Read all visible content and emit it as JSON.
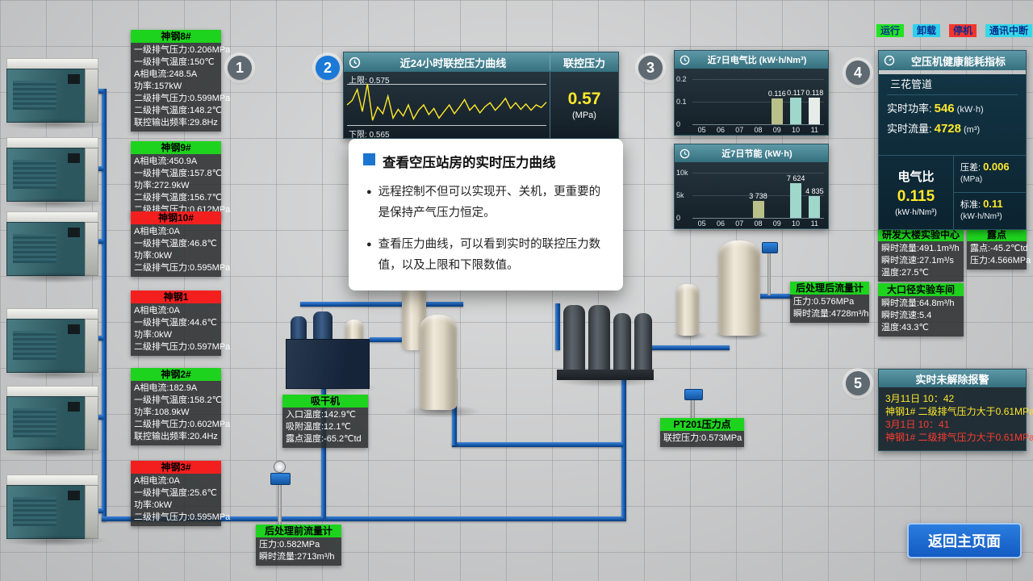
{
  "status_legend": [
    {
      "label": "运行",
      "color": "#21e421"
    },
    {
      "label": "卸载",
      "color": "#2fd0ee"
    },
    {
      "label": "停机",
      "color": "#f5352b"
    },
    {
      "label": "通讯中断",
      "color": "#35d8e8"
    }
  ],
  "steps": [
    "1",
    "2",
    "3",
    "4",
    "5"
  ],
  "machines": [
    {
      "name": "神钢8#",
      "status": "running",
      "rows": [
        "一级排气压力:0.206MPa",
        "一级排气温度:150℃",
        "A相电流:248.5A",
        "功率:157kW",
        "二级排气压力:0.599MPa",
        "二级排气温度:148.2℃",
        "联控输出频率:29.8Hz"
      ]
    },
    {
      "name": "神钢9#",
      "status": "running",
      "rows": [
        "A相电流:450.9A",
        "一级排气温度:157.8℃",
        "功率:272.9kW",
        "二级排气温度:156.7℃",
        "二级排气压力:0.612MPa"
      ]
    },
    {
      "name": "神钢10#",
      "status": "stopped",
      "rows": [
        "A相电流:0A",
        "一级排气温度:46.8℃",
        "功率:0kW",
        "二级排气压力:0.595MPa"
      ]
    },
    {
      "name": "神钢1",
      "status": "stopped",
      "rows": [
        "A相电流:0A",
        "一级排气温度:44.6℃",
        "功率:0kW",
        "二级排气压力:0.597MPa"
      ]
    },
    {
      "name": "神钢2#",
      "status": "running",
      "rows": [
        "A相电流:182.9A",
        "一级排气温度:158.2℃",
        "功率:108.9kW",
        "二级排气压力:0.602MPa",
        "联控输出频率:20.4Hz"
      ]
    },
    {
      "name": "神钢3#",
      "status": "stopped",
      "rows": [
        "A相电流:0A",
        "一级排气温度:25.6℃",
        "功率:0kW",
        "二级排气压力:0.595MPa"
      ]
    }
  ],
  "pressure_chart": {
    "title": "近24小时联控压力曲线",
    "right_label": "联控压力",
    "upper_label": "上限: 0.575",
    "lower_label": "下限: 0.565",
    "value": "0.57",
    "unit": "(MPa)",
    "chart_data": {
      "type": "line",
      "title": "近24小时联控压力曲线",
      "upper_limit": 0.575,
      "lower_limit": 0.565,
      "current_value": 0.57,
      "unit": "MPa",
      "y_range": [
        0.5625,
        0.5775
      ],
      "points": [
        0.57,
        0.571,
        0.5735,
        0.5685,
        0.5748,
        0.5665,
        0.5695,
        0.568,
        0.572,
        0.567,
        0.569,
        0.5675,
        0.57,
        0.5668,
        0.5688,
        0.57,
        0.5678,
        0.5692,
        0.567,
        0.5685,
        0.57,
        0.568,
        0.5695,
        0.5712,
        0.5688,
        0.57,
        0.5682,
        0.5696,
        0.5705,
        0.5688,
        0.57,
        0.5715,
        0.5692,
        0.5705,
        0.569,
        0.5702,
        0.5688,
        0.57,
        0.5694,
        0.5706
      ],
      "line_color": "#ffe92a"
    }
  },
  "tooltip": {
    "title": "查看空压站房的实时压力曲线",
    "bullets": [
      "远程控制不但可以实现开、关机，更重要的是保持产气压力恒定。",
      "查看压力曲线，可以看到实时的联控压力数值，以及上限和下限数值。"
    ]
  },
  "ratio_chart": {
    "title": "近7日电气比 (kW·h/Nm³)",
    "chart_data": {
      "type": "bar",
      "categories": [
        "05",
        "06",
        "07",
        "08",
        "09",
        "10",
        "11"
      ],
      "values": [
        null,
        null,
        null,
        null,
        0.116,
        0.117,
        0.118
      ],
      "labels": [
        null,
        null,
        null,
        null,
        "0.116",
        "0.117",
        "0.118"
      ],
      "colors": [
        null,
        null,
        null,
        null,
        "#b9c08a",
        "#9fd8cb",
        "#e6ece7"
      ],
      "ylim": [
        0,
        0.2
      ],
      "yticks": [
        {
          "v": 0.2,
          "label": "0.2"
        },
        {
          "v": 0.1,
          "label": "0.1"
        },
        {
          "v": 0,
          "label": "0"
        }
      ]
    }
  },
  "saving_chart": {
    "title": "近7日节能 (kW·h)",
    "chart_data": {
      "type": "bar",
      "categories": [
        "05",
        "06",
        "07",
        "08",
        "09",
        "10",
        "11"
      ],
      "values": [
        null,
        null,
        null,
        3738,
        null,
        7624,
        4835
      ],
      "labels": [
        null,
        null,
        null,
        "3 738",
        null,
        "7 624",
        "4 835"
      ],
      "colors": [
        null,
        null,
        null,
        "#b9c08a",
        null,
        "#9fd8cb",
        "#9fd8cb"
      ],
      "ylim": [
        0,
        10000
      ],
      "yticks": [
        {
          "v": 10000,
          "label": "10k"
        },
        {
          "v": 5000,
          "label": "5k"
        },
        {
          "v": 0,
          "label": "0"
        }
      ]
    }
  },
  "health_panel": {
    "title": "空压机健康能耗指标",
    "pipeline": "三花管道",
    "power_label": "实时功率:",
    "power_value": "546",
    "power_unit": "(kW·h)",
    "flow_label": "实时流量:",
    "flow_value": "4728",
    "flow_unit": "(m³)",
    "ratio_label": "电气比",
    "ratio_value": "0.115",
    "ratio_unit": "(kW·h/Nm³)",
    "diff_label": "压差:",
    "diff_value": "0.006",
    "diff_unit": "(MPa)",
    "std_label": "标准:",
    "std_value": "0.11",
    "std_unit": "(kW·h/Nm³)"
  },
  "info_panels": [
    {
      "name": "吸干机",
      "rows": [
        "入口温度:142.9℃",
        "吸附温度:12.1℃",
        "露点温度:-65.2℃td"
      ]
    },
    {
      "name": "PT201压力点",
      "rows": [
        "联控压力:0.573MPa"
      ]
    },
    {
      "name": "后处理前流量计",
      "rows": [
        "压力:0.582MPa",
        "瞬时流量:2713m³/h"
      ]
    },
    {
      "name": "后处理后流量计",
      "rows": [
        "压力:0.576MPa",
        "瞬时流量:4728m³/h"
      ]
    },
    {
      "name": "研发大楼实验中心",
      "rows": [
        "瞬时流量:491.1m³/h",
        "瞬时流速:27.1m³/s",
        "温度:27.5℃"
      ]
    },
    {
      "name": "露点",
      "rows": [
        "露点:-45.2℃td",
        "压力:4.566MPa"
      ]
    },
    {
      "name": "大口径实验车间",
      "rows": [
        "瞬时流量:64.8m³/h",
        "瞬时流速:5.4",
        "温度:43.3℃"
      ]
    }
  ],
  "alarm_panel": {
    "title": "实时未解除报警",
    "entries": [
      {
        "time": "3月11日 10：42",
        "text": "神钢1# 二级排气压力大于0.61MPa",
        "level": "warning"
      },
      {
        "time": "3月1日 10：41",
        "text": "神钢1# 二级排气压力大于0.61MPa",
        "level": "critical"
      }
    ]
  },
  "back_button": {
    "label": "返回主页面"
  }
}
